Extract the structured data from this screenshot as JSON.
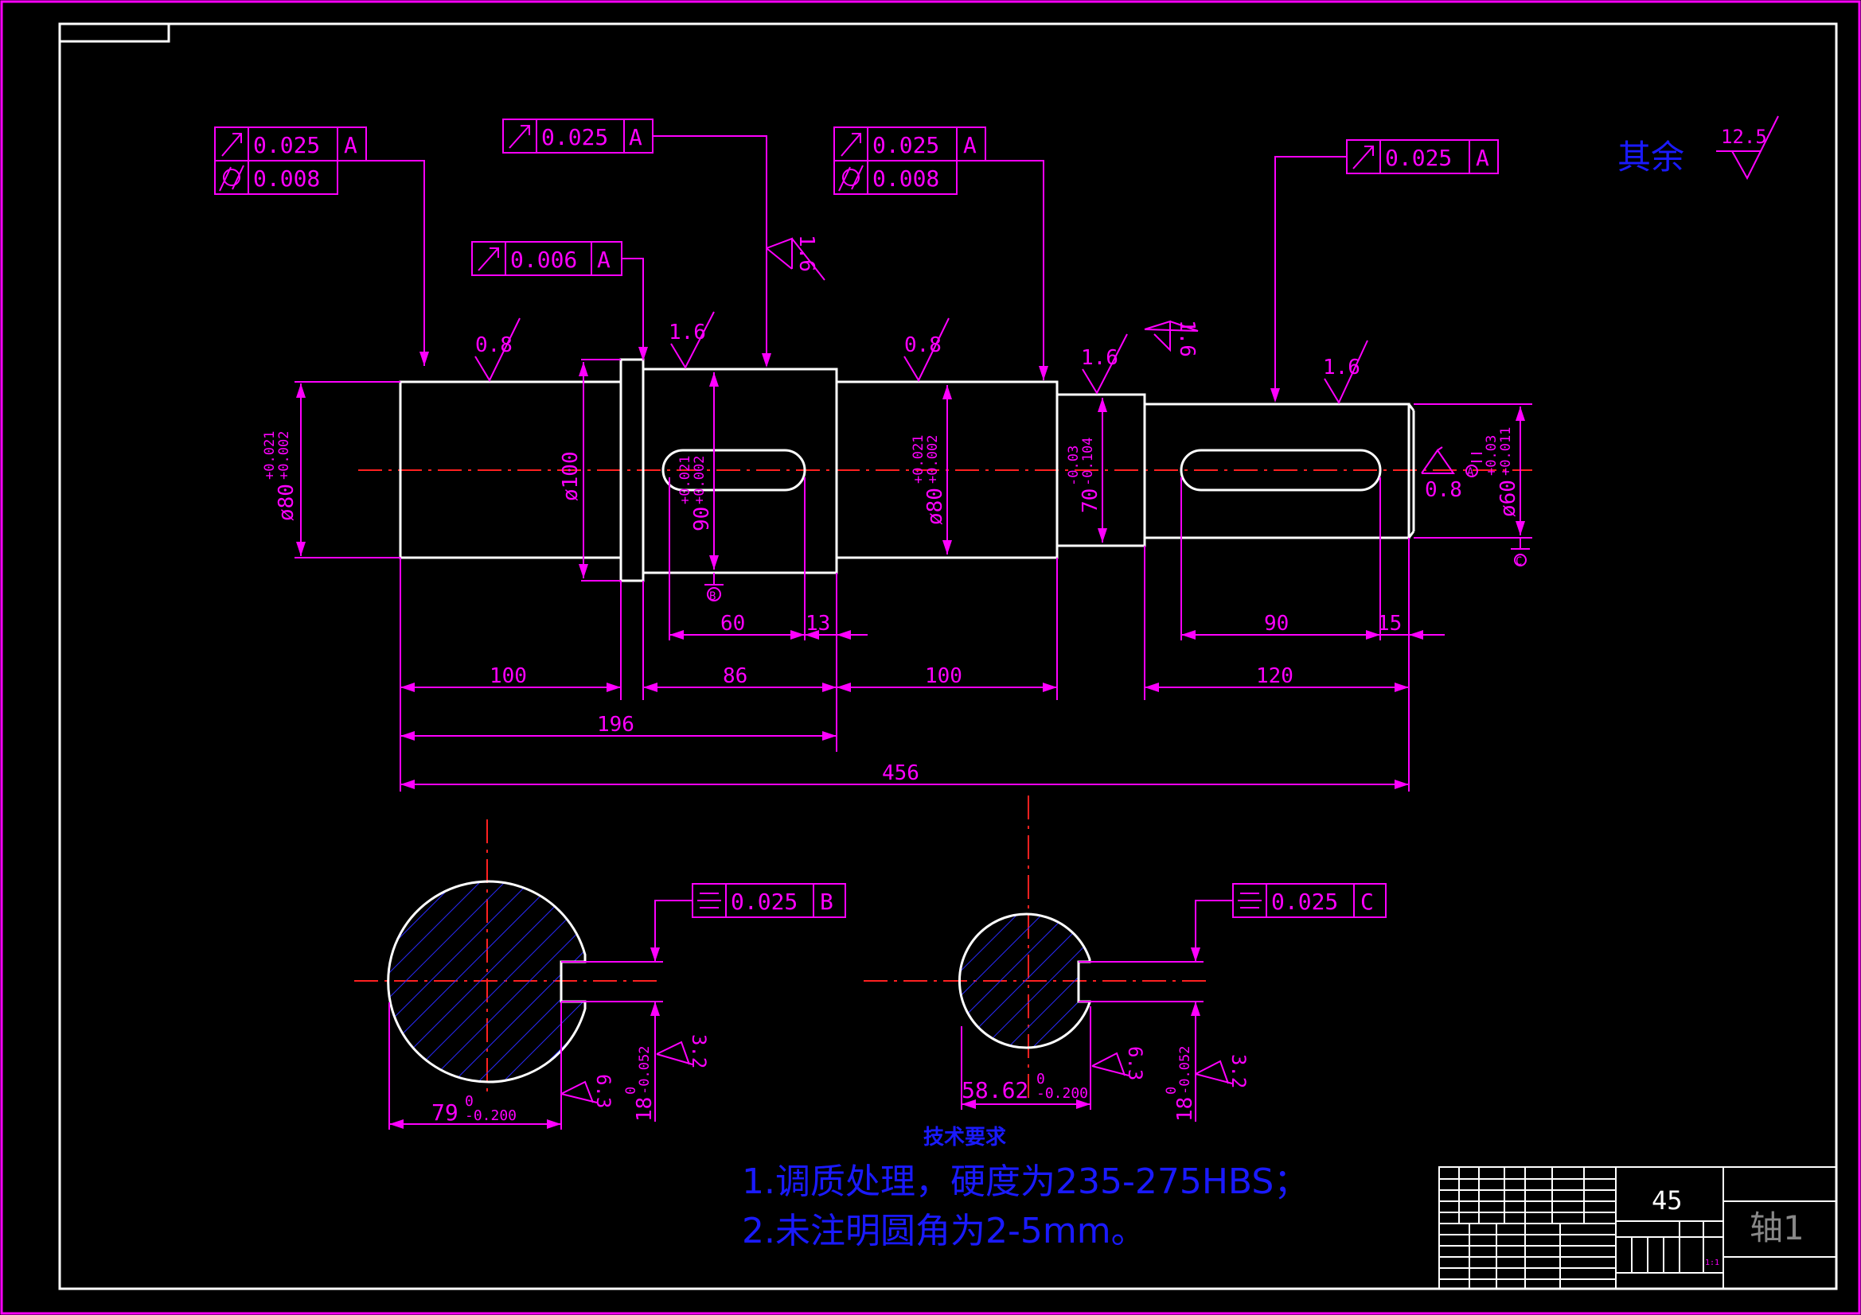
{
  "colors": {
    "background": "#000000",
    "outline": "#ffffff",
    "dimension": "#ff00ff",
    "centerline": "#ff2020",
    "hatch": "#2a2aff",
    "note_text": "#1a1aff"
  },
  "tolerance_frames": [
    {
      "symbol": "circular-runout-icon",
      "value": "0.025",
      "datum": "A"
    },
    {
      "symbol": "cylindricity-icon",
      "value": "0.008"
    },
    {
      "symbol": "circular-runout-icon",
      "value": "0.025",
      "datum": "A"
    },
    {
      "symbol": "circular-runout-icon",
      "value": "0.025",
      "datum": "A"
    },
    {
      "symbol": "cylindricity-icon",
      "value": "0.008"
    },
    {
      "symbol": "circular-runout-icon",
      "value": "0.006",
      "datum": "A"
    },
    {
      "symbol": "circular-runout-icon",
      "value": "0.025",
      "datum": "A"
    },
    {
      "symbol": "symmetry-icon",
      "value": "0.025",
      "datum": "B"
    },
    {
      "symbol": "symmetry-icon",
      "value": "0.025",
      "datum": "C"
    }
  ],
  "roughness": [
    "0.8",
    "1.6",
    "1.6",
    "0.8",
    "1.6",
    "1.6",
    "1.6",
    "0.8",
    "6.3",
    "3.2",
    "6.3",
    "3.2"
  ],
  "other_roughness": {
    "label": "其余",
    "value": "12.5"
  },
  "dimensions": {
    "d80_left": {
      "main": "ø80",
      "upper": "+0.021",
      "lower": "+0.002"
    },
    "d100": "ø100",
    "d90": {
      "main": "90",
      "upper": "+0.021",
      "lower": "+0.002"
    },
    "d80_mid": {
      "main": "ø80",
      "upper": "+0.021",
      "lower": "+0.002"
    },
    "d70": {
      "main": "70",
      "upper": "-0.03",
      "lower": "-0.104"
    },
    "d60": {
      "main": "ø60",
      "upper": "+0.03",
      "lower": "+0.011"
    },
    "len_60": "60",
    "len_13": "13",
    "len_90": "90",
    "len_15": "15",
    "len_100a": "100",
    "len_86": "86",
    "len_100b": "100",
    "len_120": "120",
    "len_196": "196",
    "len_456": "456",
    "sec_b_depth": {
      "main": "79",
      "upper": "0",
      "lower": "-0.200"
    },
    "sec_b_width": {
      "main": "18",
      "upper": "0",
      "lower": "-0.052"
    },
    "sec_c_depth": {
      "main": "58.62",
      "upper": "0",
      "lower": "-0.200"
    },
    "sec_c_width": {
      "main": "18",
      "upper": "0",
      "lower": "-0.052"
    }
  },
  "datum_labels": [
    "A",
    "B",
    "C"
  ],
  "notes": {
    "heading": "技术要求",
    "line1": "1.调质处理，硬度为235-275HBS；",
    "line2": "2.未注明圆角为2-5mm。"
  },
  "title_block": {
    "material": "45",
    "part_name": "轴1",
    "scale": "1:1"
  }
}
